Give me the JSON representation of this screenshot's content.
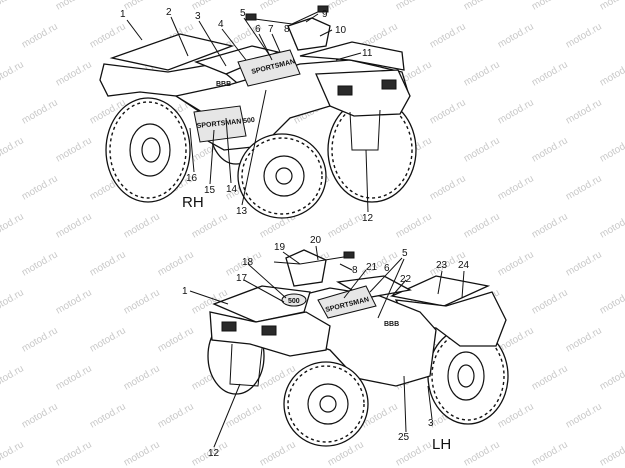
{
  "watermark": "motod.ru",
  "views": {
    "rh": {
      "side_label": "RH",
      "callouts": [
        "1",
        "2",
        "3",
        "4",
        "5",
        "6",
        "7",
        "8",
        "9",
        "10",
        "11",
        "12",
        "13",
        "14",
        "15",
        "16"
      ],
      "decal_texts": [
        "BBB",
        "SPORTSMAN",
        "SPORTSMAN 500"
      ]
    },
    "lh": {
      "side_label": "LH",
      "callouts": [
        "1",
        "3",
        "5",
        "6",
        "8",
        "12",
        "17",
        "18",
        "19",
        "20",
        "21",
        "22",
        "23",
        "24",
        "25"
      ],
      "decal_texts": [
        "SPORTSMAN",
        "BBB",
        "500"
      ]
    }
  }
}
